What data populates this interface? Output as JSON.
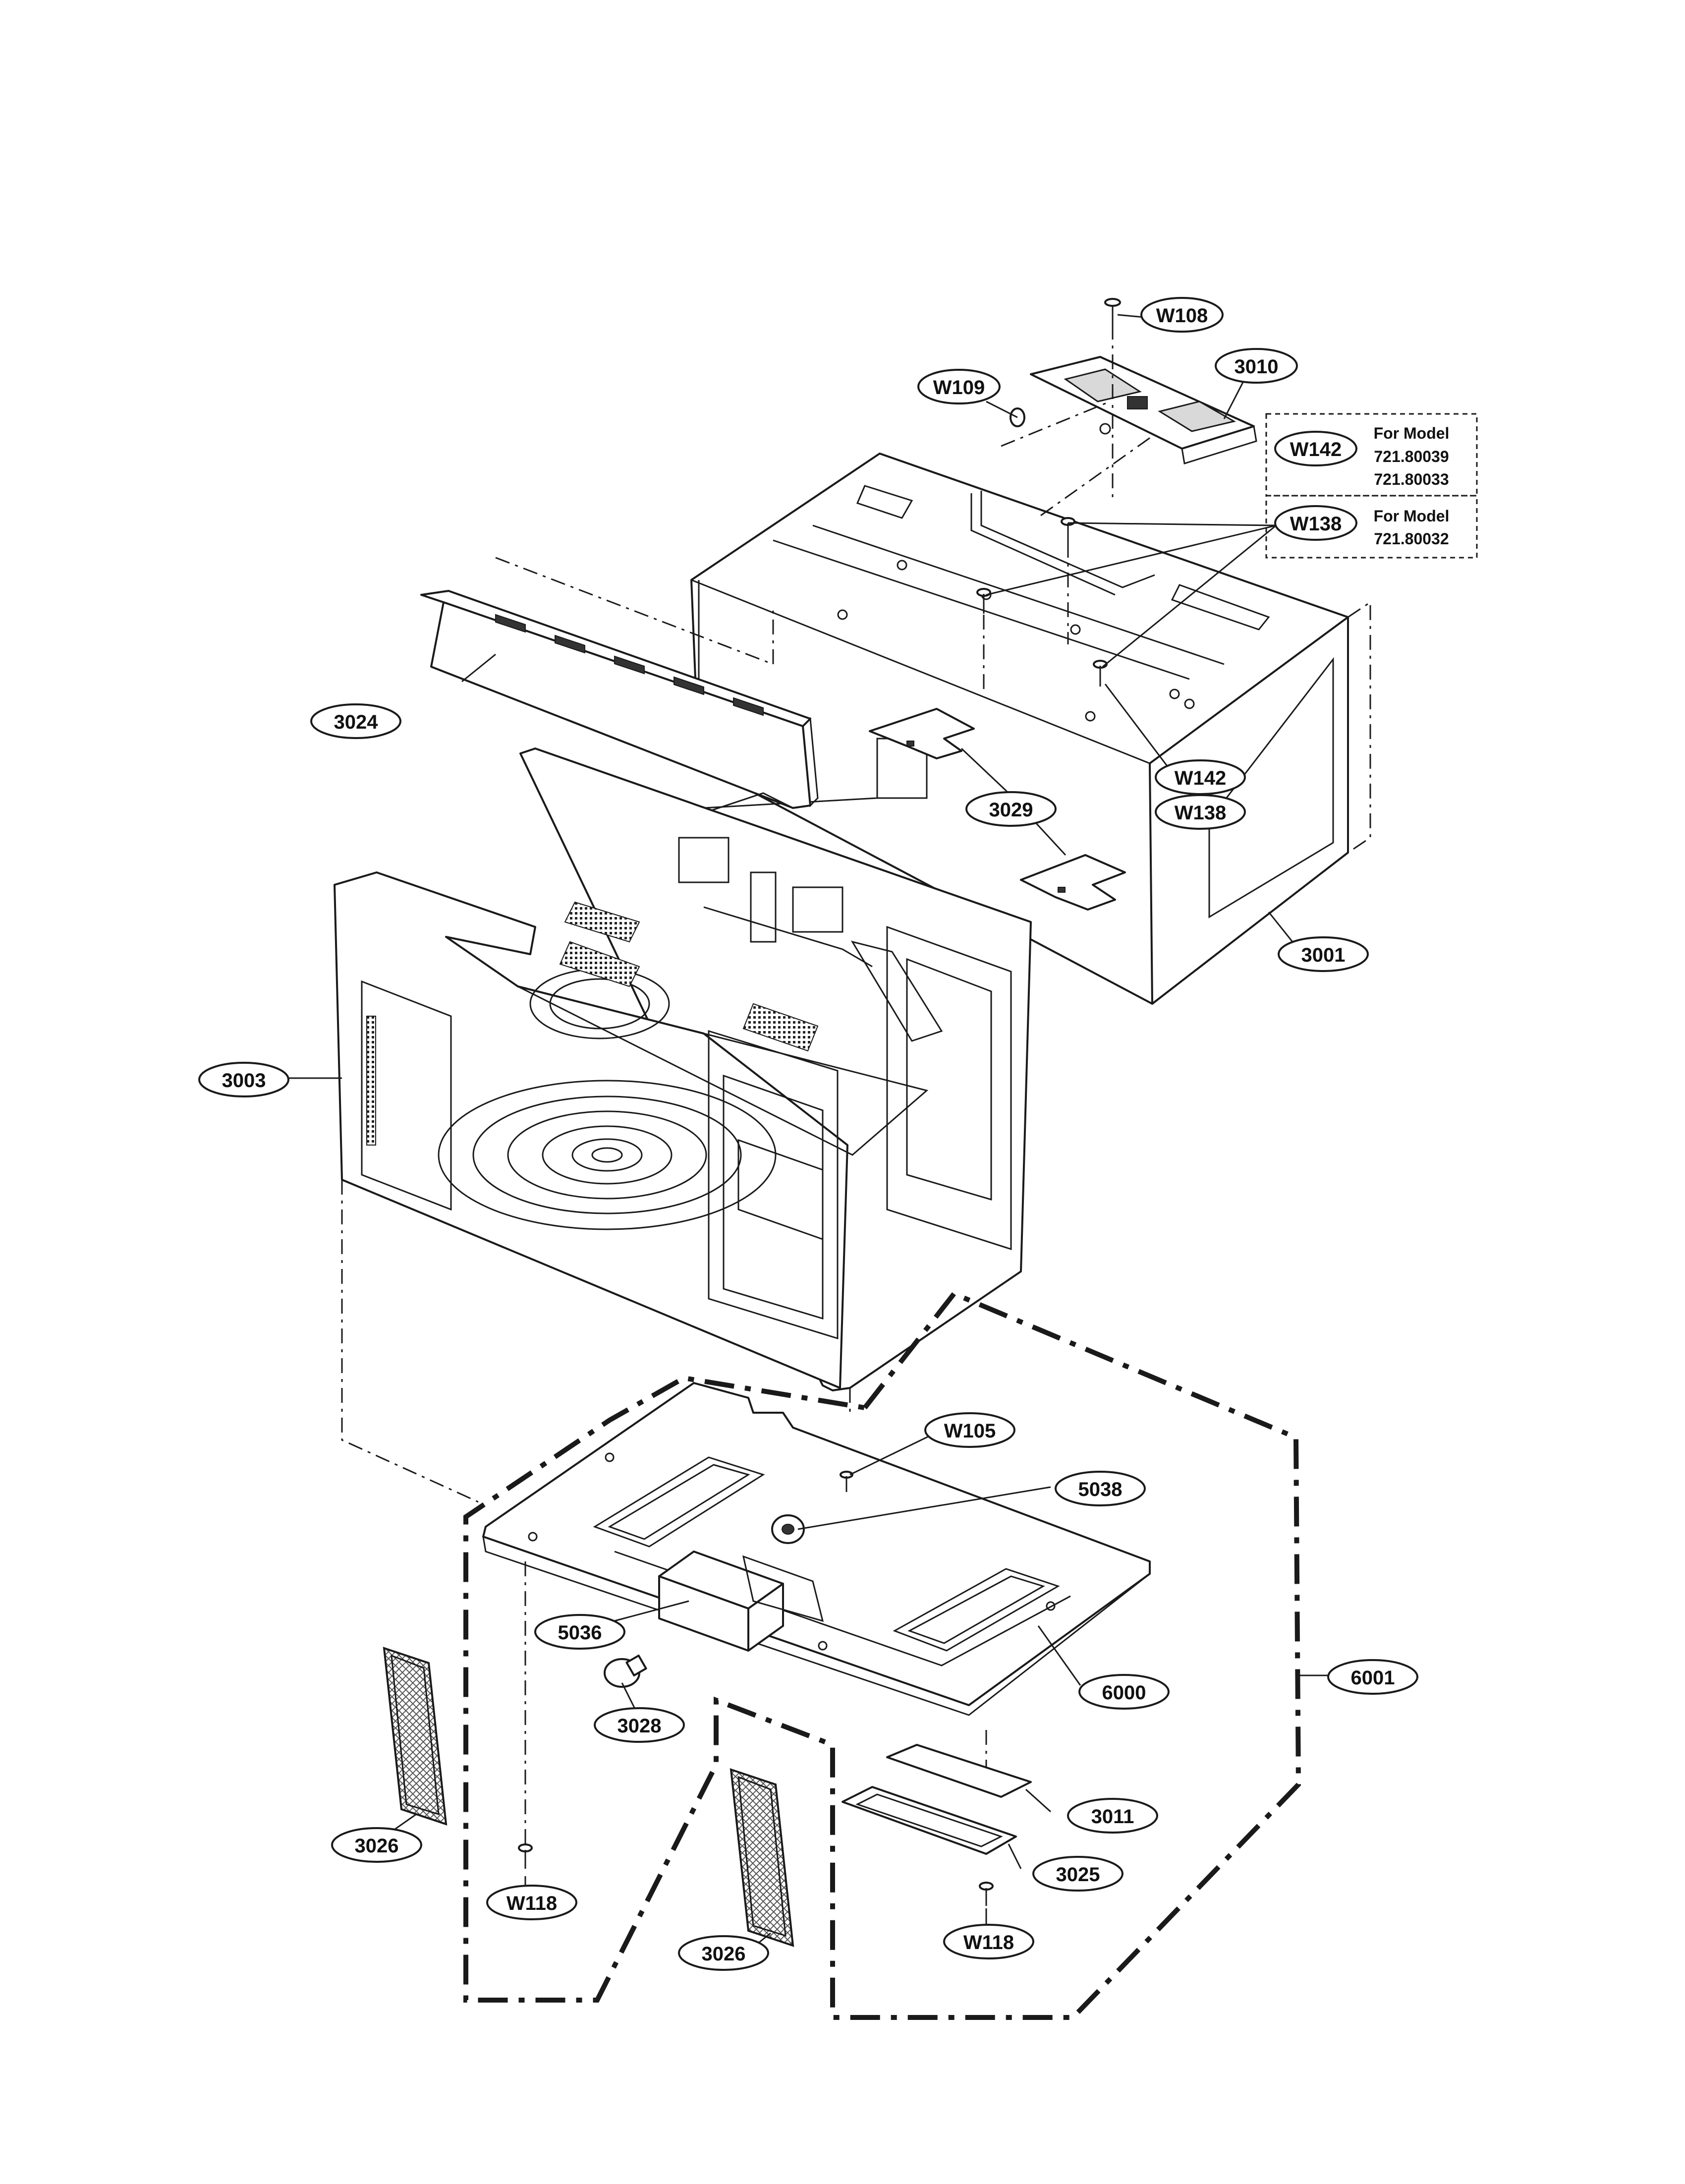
{
  "labels": {
    "w108": "W108",
    "w109": "W109",
    "p3010": "3010",
    "w142_top": "W142",
    "w138_top": "W138",
    "p3024": "3024",
    "w142_mid": "W142",
    "w138_mid": "W138",
    "p3029": "3029",
    "p3001": "3001",
    "p3003": "3003",
    "w105": "W105",
    "p5038": "5038",
    "p5036": "5036",
    "p6000": "6000",
    "p6001": "6001",
    "p3028": "3028",
    "p3026_left": "3026",
    "p3011": "3011",
    "p3025": "3025",
    "w118_left": "W118",
    "p3026_mid": "3026",
    "w118_right": "W118"
  },
  "model_notes": {
    "upper": {
      "heading": "For Model",
      "models": [
        "721.80039",
        "721.80033"
      ]
    },
    "lower": {
      "heading": "For Model",
      "models": [
        "721.80032"
      ]
    }
  }
}
